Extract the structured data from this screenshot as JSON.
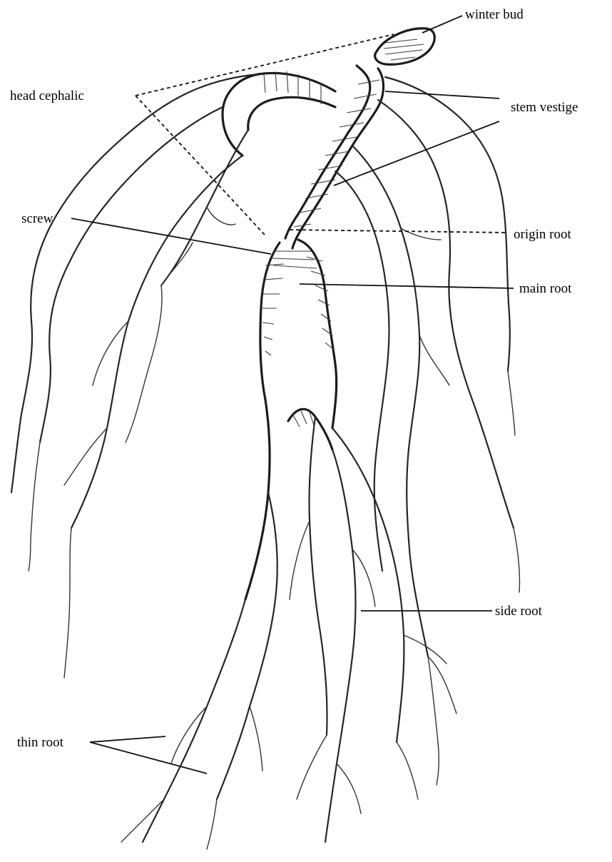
{
  "labels": {
    "winter_bud": "winter bud",
    "head_cephalic": "head cephalic",
    "stem_vestige": "stem vestige",
    "screw": "screw",
    "origin_root": "origin root",
    "main_root": "main root",
    "side_root": "side root",
    "thin_root": "thin root"
  },
  "colors": {
    "ink": "#000000",
    "background": "#ffffff"
  }
}
